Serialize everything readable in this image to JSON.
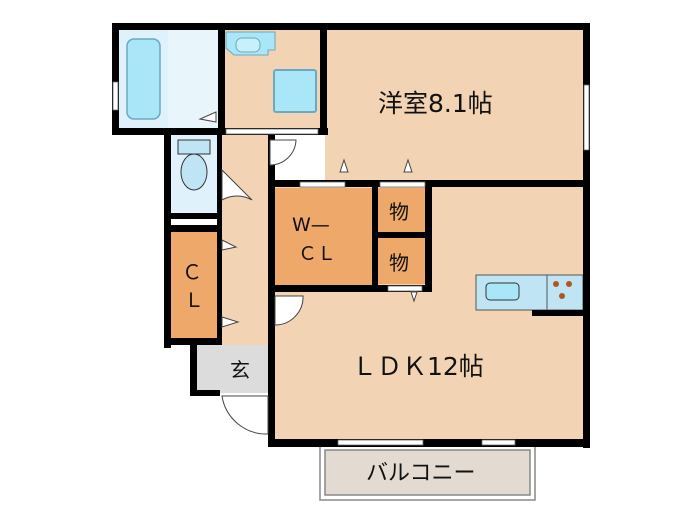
{
  "rooms": {
    "western": {
      "label": "洋室8.1帖"
    },
    "wcl": {
      "line1": "W—",
      "line2": "ＣＬ"
    },
    "storage1": {
      "label": "物"
    },
    "storage2": {
      "label": "物"
    },
    "closet": {
      "line1": "Ｃ",
      "line2": "Ｌ"
    },
    "entrance": {
      "label": "玄"
    },
    "ldk": {
      "label": "ＬＤＫ12帖"
    },
    "balcony": {
      "label": "バルコニー"
    }
  },
  "colors": {
    "wall": "#000000",
    "room": "#f2d4b4",
    "storage": "#eea86a",
    "wet": "#dff2fb",
    "fixture": "#a9e6f7",
    "entrance": "#dcdcdc",
    "balcony": "#e3dbd1",
    "stove_dot": "#b0561f"
  }
}
